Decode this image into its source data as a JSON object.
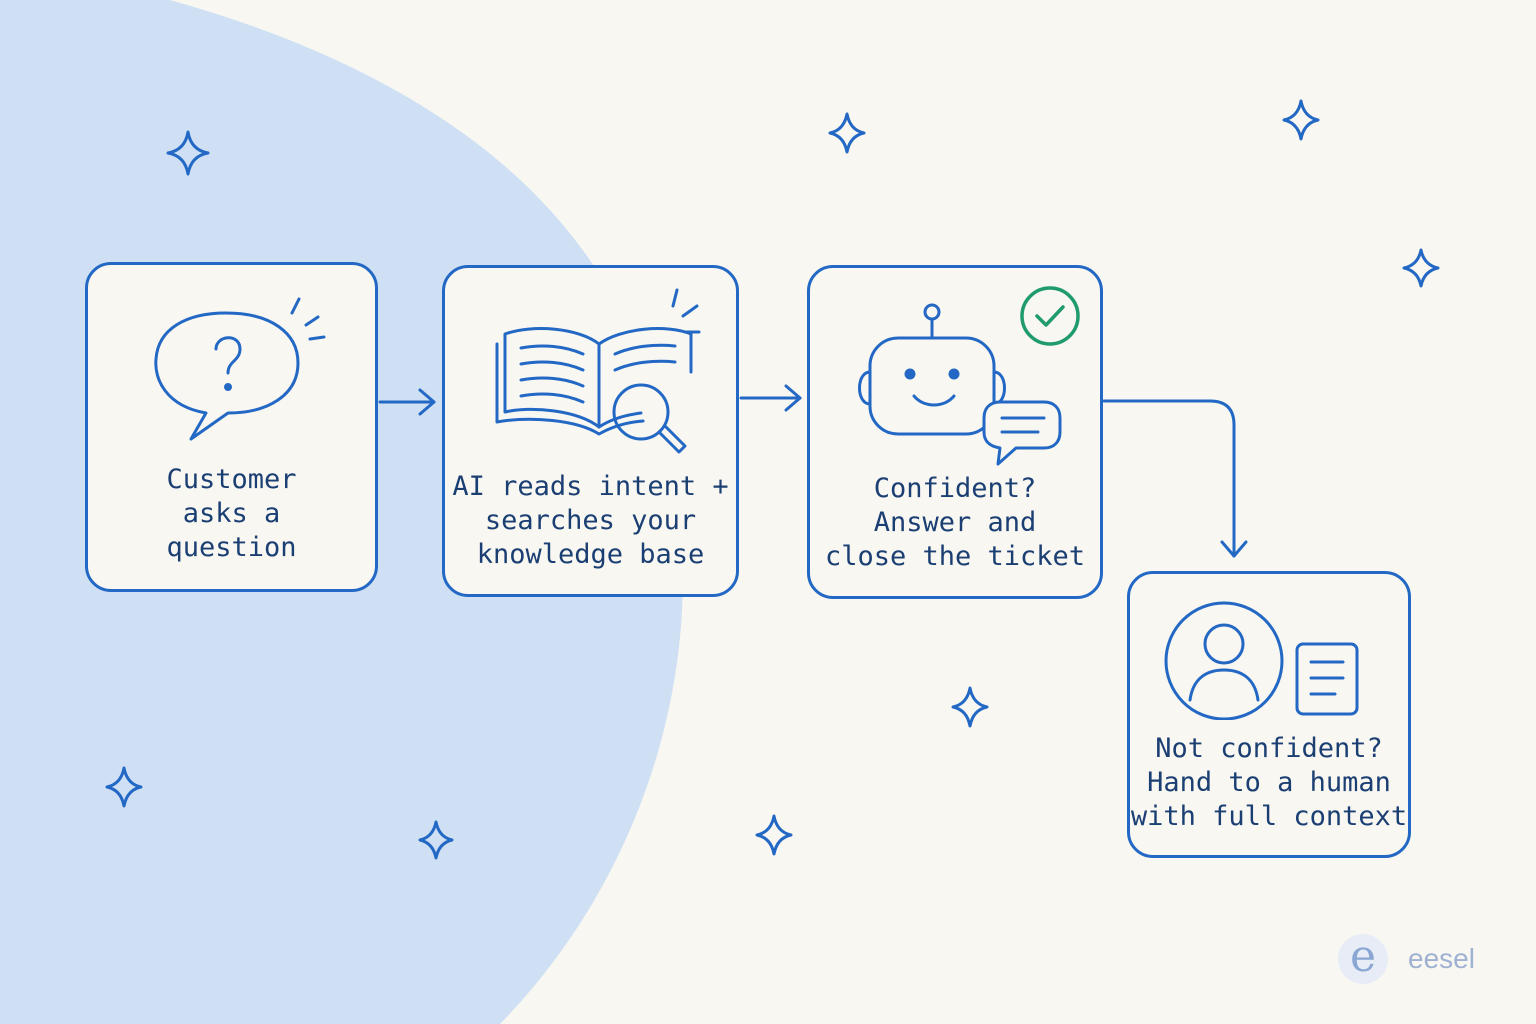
{
  "steps": [
    {
      "label": "Customer\nasks a\nquestion",
      "icon": "question-speech-bubble-icon"
    },
    {
      "label": "AI reads intent +\nsearches your\nknowledge base",
      "icon": "open-book-magnifier-icon"
    },
    {
      "label": "Confident?\nAnswer and\nclose the ticket",
      "icon": "robot-chat-icon",
      "badge": "check-circle-icon"
    },
    {
      "label": "Not confident?\nHand to a human\nwith full context",
      "icon": "person-document-icon"
    }
  ],
  "brand": {
    "name": "eesel",
    "mark": "e"
  },
  "colors": {
    "stroke": "#2368c4",
    "text": "#1b3f73",
    "blob": "#cfe0f4",
    "check": "#1f9b6e",
    "background": "#f8f7f2"
  }
}
